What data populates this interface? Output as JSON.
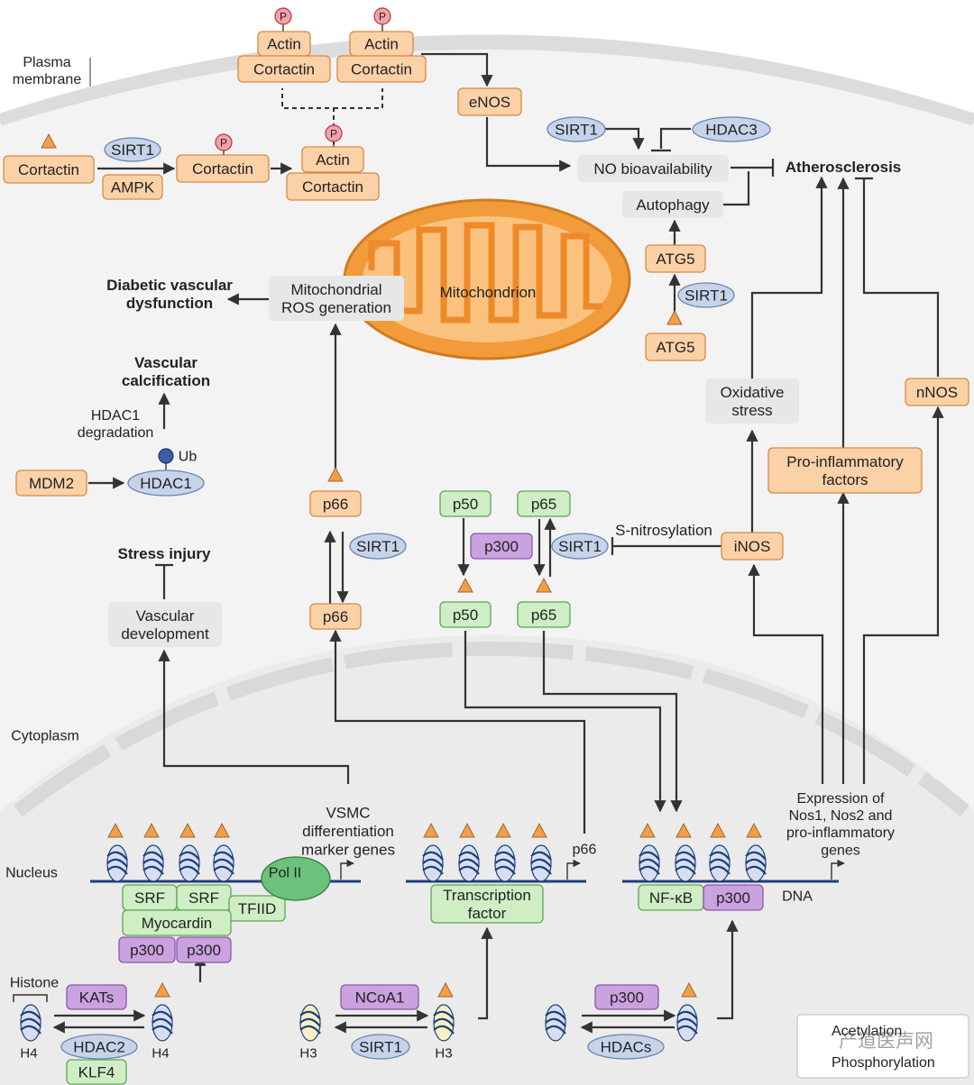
{
  "labels": {
    "plasma_membrane": "Plasma\nmembrane",
    "cytoplasm": "Cytoplasm",
    "nucleus": "Nucleus",
    "mitochondrion": "Mitochondrion",
    "histone": "Histone",
    "dna": "DNA",
    "p66_gene": "p66",
    "phospho_letter": "P"
  },
  "nodes": {
    "actin1": "Actin",
    "cortactin1": "Cortactin",
    "actin2": "Actin",
    "cortactin2": "Cortactin",
    "enos": "eNOS",
    "cortactin_left": "Cortactin",
    "sirt1_top": "SIRT1",
    "ampk": "AMPK",
    "cortactin_mid": "Cortactin",
    "actin3": "Actin",
    "cortactin3": "Cortactin",
    "sirt1_no": "SIRT1",
    "hdac3": "HDAC3",
    "no_bio": "NO bioavailability",
    "athero": "Atherosclerosis",
    "autophagy": "Autophagy",
    "atg5_top": "ATG5",
    "sirt1_atg": "SIRT1",
    "atg5_bottom": "ATG5",
    "diabetic": "Diabetic vascular\ndysfunction",
    "mito_ros": "Mitochondrial\nROS generation",
    "vasc_calc": "Vascular\ncalcification",
    "hdac1_deg": "HDAC1\ndegradation",
    "ub": "Ub",
    "mdm2": "MDM2",
    "hdac1": "HDAC1",
    "ox_stress": "Oxidative\nstress",
    "nnos": "nNOS",
    "pro_inflam": "Pro-inflammatory\nfactors",
    "p66_top": "p66",
    "sirt1_p66": "SIRT1",
    "p66_bottom": "p66",
    "p50_top": "p50",
    "p300_mid": "p300",
    "p50_bottom": "p50",
    "p65_top": "p65",
    "sirt1_p65": "SIRT1",
    "p65_bottom": "p65",
    "s_nitro": "S-nitrosylation",
    "inos": "iNOS",
    "stress_injury": "Stress injury",
    "vasc_dev": "Vascular\ndevelopment",
    "vsmc": "VSMC\ndifferentiation\nmarker genes",
    "pol2": "Pol II",
    "srf1": "SRF",
    "srf2": "SRF",
    "tfiid": "TFIID",
    "myocardin": "Myocardin",
    "p300_a": "p300",
    "p300_b": "p300",
    "tf": "Transcription\nfactor",
    "nfkb": "NF-κB",
    "p300_nfkb": "p300",
    "expression": "Expression of\nNos1, Nos2 and\npro-inflammatory\ngenes",
    "kats": "KATs",
    "hdac2": "HDAC2",
    "klf4": "KLF4",
    "h4_left": "H4",
    "h4_right": "H4",
    "ncoa1": "NCoA1",
    "sirt1_h3": "SIRT1",
    "h3_left": "H3",
    "h3_right": "H3",
    "p300_bot": "p300",
    "hdacs": "HDACs"
  },
  "legend": {
    "acetylation": "Acetylation",
    "phosphorylation": "Phosphorylation",
    "watermark": "产道医声网"
  }
}
